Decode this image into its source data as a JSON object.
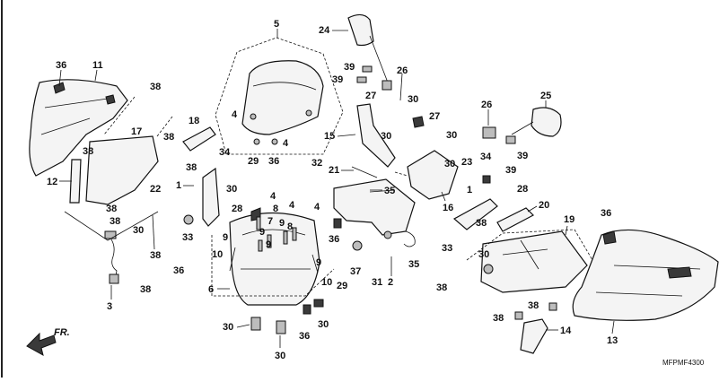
{
  "diagram": {
    "code": "MFPMF4300",
    "direction_label": "FR.",
    "callouts": [
      "1",
      "2",
      "3",
      "4",
      "5",
      "6",
      "7",
      "8",
      "9",
      "10",
      "11",
      "12",
      "13",
      "14",
      "15",
      "16",
      "17",
      "18",
      "19",
      "20",
      "21",
      "22",
      "23",
      "24",
      "25",
      "26",
      "27",
      "28",
      "29",
      "30",
      "31",
      "32",
      "33",
      "34",
      "35",
      "36",
      "37",
      "38",
      "39"
    ]
  }
}
